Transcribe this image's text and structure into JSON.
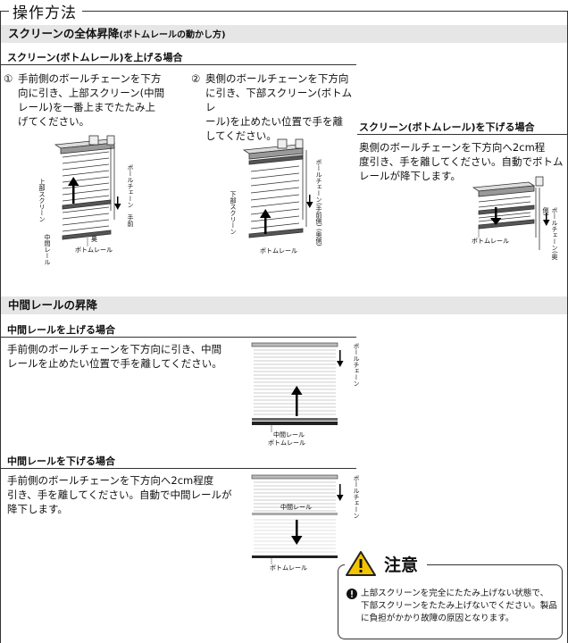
{
  "page": {
    "title": "操作方法"
  },
  "section1": {
    "heading": "スクリーンの全体昇降",
    "heading_sub": "(ボトムレールの動かし方)",
    "raise": {
      "title": "スクリーン(ボトムレール)を上げる場合",
      "step1_num": "①",
      "step1_lines": [
        "手前側のボールチェーンを下方",
        "向に引き、上部スクリーン(中間",
        "レール)を一番上までたたみ上",
        "げてください。"
      ],
      "step2_num": "②",
      "step2_lines": [
        "奥側のボールチェーンを下方向",
        "に引き、下部スクリーン(ボトムレ",
        "ール)を止めたい位置で手を離",
        "してください。"
      ]
    },
    "lower": {
      "title": "スクリーン(ボトムレール)を下げる場合",
      "lines": [
        "奥側のボールチェーンを下方向へ2cm程",
        "度引き、手を離してください。自動でボトム",
        "レールが降下します。"
      ]
    },
    "fig1": {
      "upper_screen": "上部スクリーン",
      "mid_rail": "中間レール",
      "ball_chain": "ボールチェーン",
      "front": "手前",
      "back": "奥",
      "bottom_rail": "ボトムレール"
    },
    "fig2": {
      "lower_screen": "下部スクリーン",
      "ball_chain": "ボールチェーン(手前側)",
      "back_side": "(奥側)",
      "bottom_rail": "ボトムレール"
    },
    "fig3": {
      "ball_chain": "ボールチェーン(奥側)",
      "bottom_rail": "ボトムレール"
    }
  },
  "section2": {
    "heading": "中間レールの昇降",
    "raise": {
      "title": "中間レールを上げる場合",
      "lines": [
        "手前側のボールチェーンを下方向に引き、中間",
        "レールを止めたい位置で手を離してください。"
      ]
    },
    "lower": {
      "title": "中間レールを下げる場合",
      "lines": [
        "手前側のボールチェーンを下方向へ2cm程度",
        "引き、手を離してください。自動で中間レールが",
        "降下します。"
      ]
    },
    "fig4": {
      "ball_chain": "ボールチェーン",
      "mid_rail": "中間レール",
      "bottom_rail": "ボトムレール"
    },
    "fig5": {
      "ball_chain": "ボールチェーン",
      "mid_rail": "中間レール",
      "bottom_rail": "ボトムレール"
    }
  },
  "caution": {
    "label": "注意",
    "lines": [
      "上部スクリーンを完全にたたみ上げない状態で、",
      "下部スクリーンをたたみ上げないでください。製品",
      "に負担がかかり故障の原因となります。"
    ]
  }
}
